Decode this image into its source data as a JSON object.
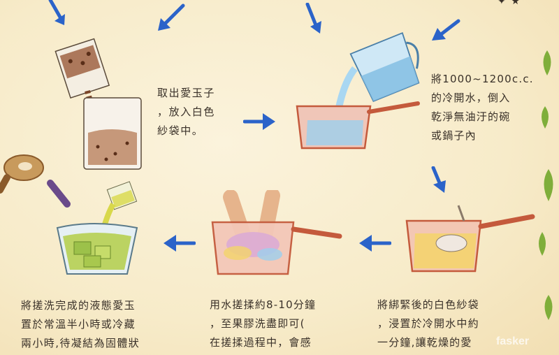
{
  "top_right_fragment": "✦ ★",
  "steps": {
    "step1": {
      "text": "取出愛玉子\n，放入白色\n紗袋中。"
    },
    "step2": {
      "text": "將1000~1200c.c.\n的冷開水，倒入\n乾淨無油汙的碗\n或鍋子內"
    },
    "step3": {
      "text": "將綁緊後的白色紗袋\n，浸置於冷開水中約\n一分鐘,讓乾燥的愛"
    },
    "step4": {
      "text": "用水搓揉約8-10分鐘\n，至果膠洗盡即可(\n在搓揉過程中，會感"
    },
    "step5": {
      "text": "將搓洗完成的液態愛玉\n置於常溫半小時或冷藏\n兩小時,待凝結為固體狀"
    }
  },
  "watermark": "fasker",
  "colors": {
    "arrow": "#2b63c9",
    "pot": "#d46a48",
    "water": "#8cc6e8",
    "jelly": "#b6cf52",
    "leaf": "#7fae3a"
  }
}
